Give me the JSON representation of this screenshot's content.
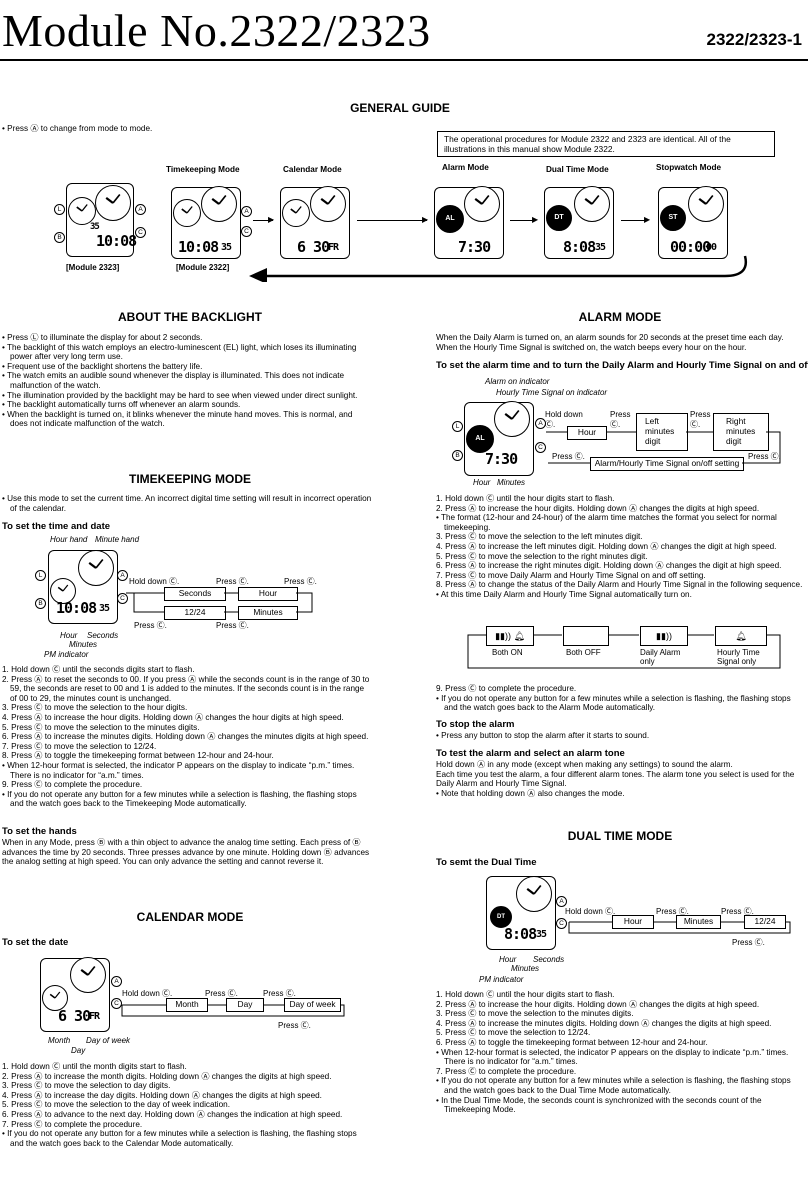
{
  "header": {
    "title": "Module No.2322/2323",
    "model": "2322/2323-1"
  },
  "general": {
    "heading": "GENERAL GUIDE",
    "press_a": "• Press Ⓐ to change from mode to mode.",
    "note": "The operational procedures for Module 2322 and 2323 are identical. All of the illustrations in this manual show Module 2322.",
    "modes": [
      "Timekeeping Mode",
      "Calendar Mode",
      "Alarm Mode",
      "Dual Time Mode",
      "Stopwatch Mode"
    ],
    "module_2323": "[Module 2323]",
    "module_2322": "[Module 2322]",
    "displays": {
      "m2323_top": "35",
      "m2323_main": "10:08",
      "time": "10:08",
      "time_sec": "35",
      "cal": "6 30",
      "cal_fr": "FR",
      "alarm": "7:30",
      "dual": "8:08",
      "dual_sec": "35",
      "stop": "00:00",
      "stop_sec": "00"
    },
    "badges": {
      "al": "AL",
      "dt": "DT",
      "st": "ST"
    }
  },
  "backlight": {
    "heading": "ABOUT THE BACKLIGHT",
    "items": [
      "• Press Ⓛ to illuminate the display for about 2 seconds.",
      "• The backlight of this watch employs an electro-luminescent (EL) light, which loses its illuminating power after very long term use.",
      "• Frequent use of the backlight shortens the battery life.",
      "• The watch emits an audible sound whenever the display is illuminated. This does not indicate malfunction of the watch.",
      "• The illumination provided by the backlight may be hard to see when viewed under direct sunlight.",
      "• The backlight automatically turns off whenever an alarm sounds.",
      "• When the backlight is turned on, it blinks whenever the minute hand moves. This is normal, and does not indicate malfunction of the watch."
    ]
  },
  "timekeeping": {
    "heading": "TIMEKEEPING MODE",
    "intro": "• Use this mode to set the current time. An incorrect digital time setting will result in incorrect operation of the calendar.",
    "sub": "To set the time and date",
    "labels": {
      "hour_hand": "Hour hand",
      "minute_hand": "Minute hand",
      "hour": "Hour",
      "seconds": "Seconds",
      "minutes": "Minutes",
      "pm": "PM indicator"
    },
    "flow": {
      "hold": "Hold down Ⓒ.",
      "press1": "Press Ⓒ.",
      "press2": "Press Ⓒ.",
      "press3": "Press Ⓒ.",
      "press4": "Press Ⓒ.",
      "b1": "Seconds",
      "b2": "Hour",
      "b3": "Minutes",
      "b4": "12/24"
    },
    "steps": [
      "1. Hold down Ⓒ until the seconds digits start to flash.",
      "2. Press Ⓐ to reset the seconds to 00. If you press Ⓐ while the seconds count is in the range of 30 to 59, the seconds are reset to 00 and 1 is added to the minutes. If the seconds count is in the range of 00 to 29, the minutes count is unchanged.",
      "3. Press Ⓒ to move the selection to the hour digits.",
      "4. Press Ⓐ to increase the hour digits. Holding down Ⓐ changes the hour digits at high speed.",
      "5. Press Ⓒ to move the selection to the minutes digits.",
      "6. Press Ⓐ to increase the minutes digits. Holding down Ⓐ changes the minutes digits at high speed.",
      "7. Press Ⓒ to move the selection to 12/24.",
      "8. Press Ⓐ to toggle the timekeeping format between 12-hour and 24-hour.",
      "• When 12-hour format is selected, the indicator P appears on the display to indicate “p.m.” times. There is no indicator for “a.m.” times.",
      "9. Press Ⓒ to complete the procedure.",
      "• If you do not operate any button for a few minutes while a selection is flashing, the flashing stops and the watch goes back to the Timekeeping Mode automatically."
    ],
    "hands_sub": "To set the hands",
    "hands_text": "When in any Mode, press Ⓑ with a thin object to advance the analog time setting. Each press of Ⓑ advances the time by 20 seconds. Three presses advance by one minute. Holding down Ⓑ advances the analog setting at high speed. You can only advance the setting and cannot reverse it."
  },
  "calendar": {
    "heading": "CALENDAR MODE",
    "sub": "To set the date",
    "labels": {
      "month": "Month",
      "day_of_week": "Day of week",
      "day": "Day"
    },
    "flow": {
      "hold": "Hold down Ⓒ.",
      "press1": "Press Ⓒ.",
      "press2": "Press Ⓒ.",
      "press3": "Press Ⓒ.",
      "b1": "Month",
      "b2": "Day",
      "b3": "Day of week"
    },
    "steps": [
      "1. Hold down Ⓒ until the month digits start to flash.",
      "2. Press Ⓐ to increase the month digits. Holding down Ⓐ changes the digits at high speed.",
      "3. Press Ⓒ to move the selection to day digits.",
      "4. Press Ⓐ to increase the day digits. Holding down Ⓐ changes the digits at high speed.",
      "5. Press Ⓒ to move the selection to the day of week indication.",
      "6. Press Ⓐ to advance to the next day. Holding down Ⓐ changes the indication at high speed.",
      "7. Press Ⓒ to complete the procedure.",
      "• If you do not operate any button for a few minutes while a selection is flashing, the flashing stops and the watch goes back to the Calendar Mode automatically."
    ]
  },
  "alarm": {
    "heading": "ALARM MODE",
    "intro": "When the Daily Alarm is turned on, an alarm sounds for 20 seconds at the preset time each day. When the Hourly Time Signal is switched on, the watch beeps every hour on the hour.",
    "sub": "To set the alarm time and to turn the Daily Alarm and Hourly Time Signal on and off",
    "labels": {
      "alarm_on": "Alarm on indicator",
      "hourly": "Hourly Time Signal on indicator",
      "hour": "Hour",
      "minutes": "Minutes"
    },
    "flow": {
      "hold": "Hold down Ⓒ.",
      "press1": "Press Ⓒ.",
      "press2": "Press Ⓒ.",
      "press3": "Press Ⓒ.",
      "press4": "Press Ⓒ.",
      "b1": "Hour",
      "b2": "Left minutes digit",
      "b3": "Right minutes digit",
      "b4": "Alarm/Hourly Time Signal on/off setting"
    },
    "steps": [
      "1. Hold down Ⓒ until the hour digits start to flash.",
      "2. Press Ⓐ to increase the hour digits. Holding down Ⓐ changes the digits at high speed.",
      "• The format (12-hour and 24-hour) of the alarm time matches the format you select for normal timekeeping.",
      "3. Press Ⓒ to move the selection to the left minutes digit.",
      "4. Press Ⓐ to increase the left minutes digit. Holding down Ⓐ changes the digit at high speed.",
      "5. Press Ⓒ to move the selection to the right minutes digit.",
      "6. Press Ⓐ to increase the right minutes digit. Holding down Ⓐ changes the digit at high speed.",
      "7. Press Ⓒ to move Daily Alarm and Hourly Time Signal on and off setting.",
      "8. Press Ⓐ to change the status of the Daily Alarm and Hourly Time Signal in the following sequence.",
      "• At this time Daily Alarm and Hourly Time Signal automatically turn on."
    ],
    "states": [
      "Both ON",
      "Both OFF",
      "Daily Alarm only",
      "Hourly Time Signal only"
    ],
    "steps2": [
      "9. Press Ⓒ to complete the procedure.",
      "• If you do not operate any button for a few minutes while a selection is flashing, the flashing stops and the watch goes back to the Alarm Mode automatically."
    ],
    "stop_sub": "To stop the alarm",
    "stop_text": "• Press any button to stop the alarm after it starts to sound.",
    "test_sub": "To test the alarm and select an alarm tone",
    "test_text": [
      "Hold down Ⓐ in any mode (except when making any settings) to sound the alarm.",
      "Each time you test the alarm, a four different alarm tones. The alarm tone you select is used for the Daily Alarm and Hourly Time Signal.",
      "• Note that holding down Ⓐ also changes the mode."
    ]
  },
  "dual": {
    "heading": "DUAL TIME MODE",
    "sub": "To semt the Dual Time",
    "labels": {
      "hour": "Hour",
      "seconds": "Seconds",
      "minutes": "Minutes",
      "pm": "PM indicator"
    },
    "flow": {
      "hold": "Hold down Ⓒ.",
      "press1": "Press Ⓒ.",
      "press2": "Press Ⓒ.",
      "press3": "Press Ⓒ.",
      "b1": "Hour",
      "b2": "Minutes",
      "b3": "12/24"
    },
    "steps": [
      "1. Hold down Ⓒ until the hour digits start to flash.",
      "2. Press Ⓐ to increase the hour digits. Holding down Ⓐ changes the digits at high speed.",
      "3. Press Ⓒ to move the selection to the minutes digits.",
      "4. Press Ⓐ to increase the minutes digits. Holding down Ⓐ changes the digits at high speed.",
      "5. Press Ⓒ to move the selection to 12/24.",
      "6. Press Ⓐ to toggle the timekeeping format between 12-hour and 24-hour.",
      "• When 12-hour format is selected, the indicator P appears on the display to indicate “p.m.” times. There is no indicator for “a.m.” times.",
      "7. Press Ⓒ to complete the procedure.",
      "• If you do not operate any button for a few minutes while a selection is flashing, the flashing stops and the watch goes back to the Dual Time Mode automatically.",
      "• In the Dual Time Mode, the seconds count is synchronized with the seconds count of the Timekeeping Mode."
    ]
  },
  "button_letters": {
    "a": "A",
    "b": "B",
    "c": "C",
    "l": "L"
  }
}
